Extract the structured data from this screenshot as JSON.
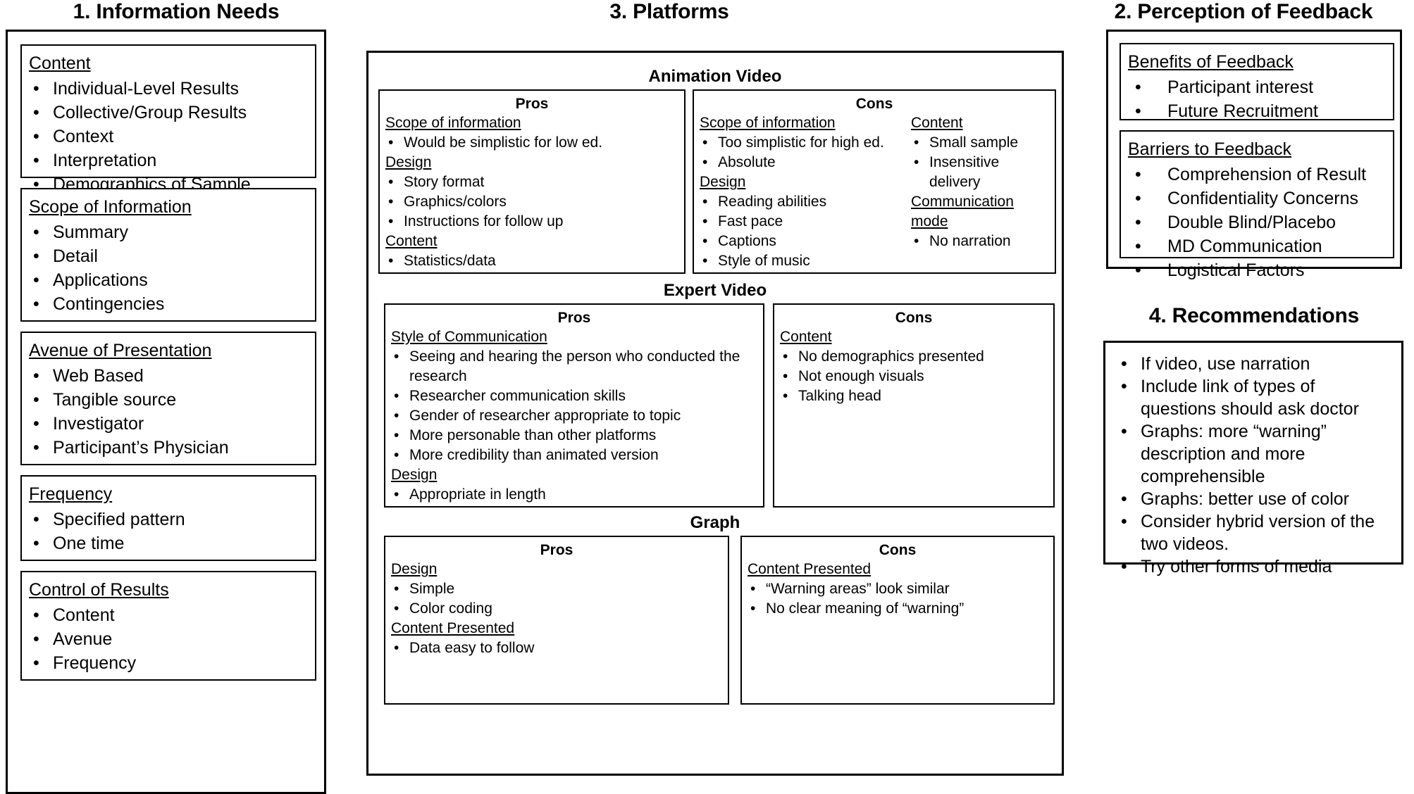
{
  "sections": {
    "info_needs": {
      "title": "1. Information Needs",
      "groups": [
        {
          "heading": "Content",
          "items": [
            "Individual-Level Results",
            "Collective/Group Results",
            "Context",
            "Interpretation",
            "Demographics of Sample"
          ]
        },
        {
          "heading": "Scope of Information",
          "items": [
            "Summary",
            "Detail",
            "Applications",
            "Contingencies"
          ]
        },
        {
          "heading": "Avenue of Presentation",
          "items": [
            "Web Based",
            "Tangible source",
            "Investigator",
            "Participant’s Physician"
          ]
        },
        {
          "heading": "Frequency",
          "items": [
            "Specified pattern",
            "One time"
          ]
        },
        {
          "heading": "Control of Results",
          "items": [
            "Content",
            "Avenue",
            "Frequency"
          ]
        }
      ]
    },
    "platforms": {
      "title": "3. Platforms",
      "blocks": [
        {
          "name": "Animation Video",
          "pros": {
            "label": "Pros",
            "groups": [
              {
                "heading": "Scope of information",
                "items": [
                  "Would be simplistic for low ed."
                ]
              },
              {
                "heading": "Design",
                "items": [
                  "Story format",
                  "Graphics/colors",
                  "Instructions for follow up"
                ]
              },
              {
                "heading": "Content",
                "items": [
                  "Statistics/data"
                ]
              }
            ]
          },
          "cons": {
            "label": "Cons",
            "groups_left": [
              {
                "heading": "Scope of information",
                "items": [
                  "Too simplistic for high ed.",
                  "Absolute"
                ]
              },
              {
                "heading": "Design",
                "items": [
                  "Reading abilities",
                  "Fast pace",
                  "Captions",
                  "Style of music"
                ]
              }
            ],
            "groups_right": [
              {
                "heading": "Content",
                "items": [
                  "Small sample",
                  "Insensitive delivery"
                ]
              },
              {
                "heading": "Communication mode",
                "items": [
                  "No narration"
                ]
              }
            ]
          }
        },
        {
          "name": "Expert Video",
          "pros": {
            "label": "Pros",
            "groups": [
              {
                "heading": "Style of Communication",
                "items": [
                  "Seeing and hearing the person who conducted the research",
                  "Researcher communication skills",
                  "Gender of researcher appropriate to topic",
                  "More personable than other platforms",
                  "More credibility than animated version"
                ]
              },
              {
                "heading": "Design",
                "items": [
                  "Appropriate in length"
                ]
              }
            ]
          },
          "cons": {
            "label": "Cons",
            "groups_left": [
              {
                "heading": "Content",
                "items": [
                  "No demographics presented",
                  "Not enough visuals",
                  "Talking head"
                ]
              }
            ],
            "groups_right": []
          }
        },
        {
          "name": "Graph",
          "pros": {
            "label": "Pros",
            "groups": [
              {
                "heading": "Design",
                "items": [
                  "Simple",
                  "Color coding"
                ]
              },
              {
                "heading": "Content Presented",
                "items": [
                  "Data easy to follow"
                ]
              }
            ]
          },
          "cons": {
            "label": "Cons",
            "groups_left": [
              {
                "heading": "Content Presented",
                "items": [
                  "“Warning areas” look similar",
                  "No clear meaning of “warning”"
                ]
              }
            ],
            "groups_right": []
          }
        }
      ]
    },
    "perception": {
      "title": "2. Perception of Feedback",
      "groups": [
        {
          "heading": "Benefits of Feedback",
          "items": [
            "Participant interest",
            "Future Recruitment"
          ]
        },
        {
          "heading": "Barriers to Feedback",
          "items": [
            "Comprehension of Result",
            "Confidentiality Concerns",
            "Double Blind/Placebo",
            "MD Communication",
            "Logistical Factors"
          ]
        }
      ]
    },
    "recommendations": {
      "title": "4. Recommendations",
      "items": [
        "If video, use narration",
        "Include link of types of questions should ask doctor",
        "Graphs: more “warning” description and more comprehensible",
        "Graphs: better use of color",
        "Consider hybrid version of the two videos.",
        "Try other forms of media"
      ]
    }
  }
}
